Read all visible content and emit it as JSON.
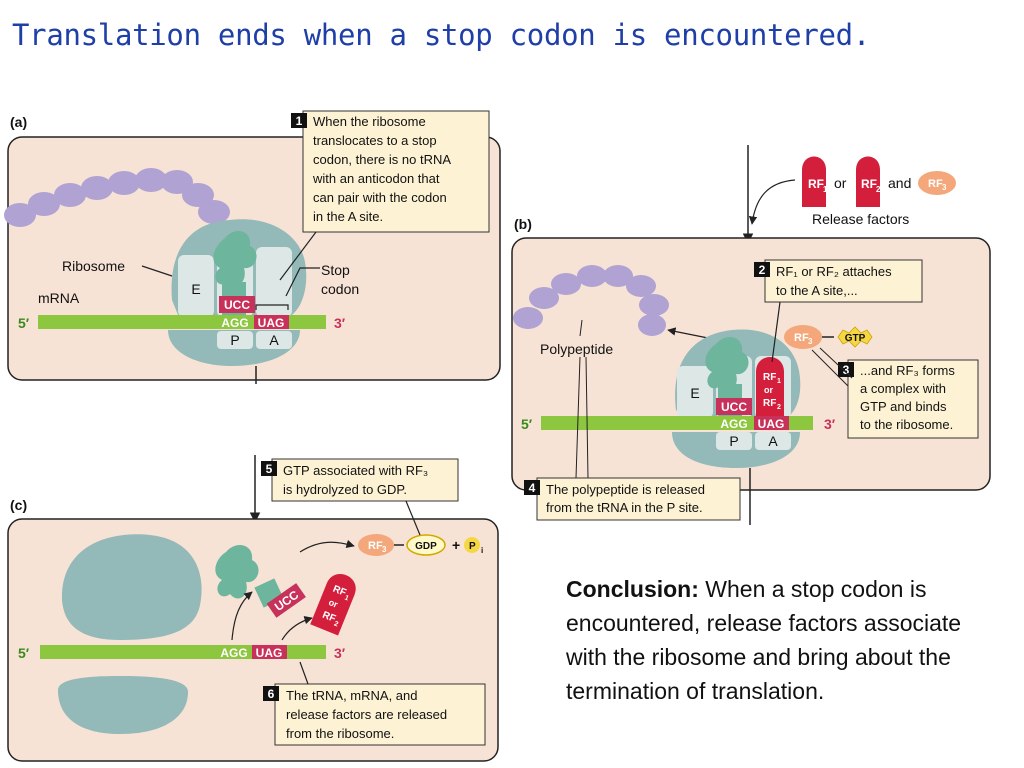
{
  "title": "Translation ends when a stop codon is encountered.",
  "colors": {
    "title": "#1f3fa8",
    "panel_fill": "#f7e3d6",
    "ribosome": "#93b9b8",
    "mrna": "#8dc63f",
    "codon": "#c8315a",
    "release_factor": "#d41f3c",
    "rf3": "#f3a77a",
    "gtp": "#f5d743",
    "polypeptide": "#b0a2d2",
    "trna": "#6db59c"
  },
  "panel_a": {
    "label": "(a)",
    "step_num": "1",
    "step_lines": [
      "When the ribosome",
      "translocates to a stop",
      "codon, there is no tRNA",
      "with an anticodon that",
      "can pair with the codon",
      "in the A site."
    ],
    "ribosome_label": "Ribosome",
    "mrna_label": "mRNA",
    "stop_label_lines": [
      "Stop",
      "codon"
    ],
    "site_e": "E",
    "site_p": "P",
    "site_a": "A",
    "anticodon": "UCC",
    "codon_p": "AGG",
    "codon_a": "UAG",
    "five_prime": "5′",
    "three_prime": "3′"
  },
  "release_factors": {
    "rf1": "RF",
    "rf1_sub": "1",
    "or": "or",
    "rf2": "RF",
    "rf2_sub": "2",
    "and": "and",
    "rf3": "RF",
    "rf3_sub": "3",
    "label": "Release factors"
  },
  "panel_b": {
    "label": "(b)",
    "step2_num": "2",
    "step2_lines": [
      "RF₁ or RF₂ attaches",
      "to the A site,..."
    ],
    "step3_num": "3",
    "step3_lines": [
      "...and RF₃ forms",
      "a complex with",
      "GTP and binds",
      "to the ribosome."
    ],
    "step4_num": "4",
    "step4_lines": [
      "The polypeptide is released",
      "from the tRNA in the P site."
    ],
    "polypeptide_label": "Polypeptide",
    "rf3": "RF",
    "rf3_sub": "3",
    "gtp": "GTP",
    "rf_in_site_lines": [
      "RF",
      "or",
      "RF"
    ],
    "rf_in_site_subs": [
      "1",
      "2"
    ],
    "site_e": "E",
    "site_p": "P",
    "site_a": "A",
    "anticodon": "UCC",
    "codon_p": "AGG",
    "codon_a": "UAG",
    "five_prime": "5′",
    "three_prime": "3′"
  },
  "panel_c": {
    "label": "(c)",
    "step5_num": "5",
    "step5_lines": [
      "GTP associated with RF₃",
      "is hydrolyzed to GDP."
    ],
    "step6_num": "6",
    "step6_lines": [
      "The tRNA, mRNA, and",
      "release factors are released",
      "from the ribosome."
    ],
    "rf3": "RF",
    "rf3_sub": "3",
    "gdp": "GDP",
    "plus": "+",
    "pi": "P",
    "pi_sub": "i",
    "anticodon": "UCC",
    "codon_p": "AGG",
    "codon_a": "UAG",
    "rf_lines": [
      "RF",
      "or",
      "RF"
    ],
    "rf_subs": [
      "1",
      "2"
    ],
    "five_prime": "5′",
    "three_prime": "3′"
  },
  "conclusion": {
    "heading": "Conclusion:",
    "text": " When a stop codon is encountered, release factors associate with the ribosome and bring about the termination of translation."
  }
}
